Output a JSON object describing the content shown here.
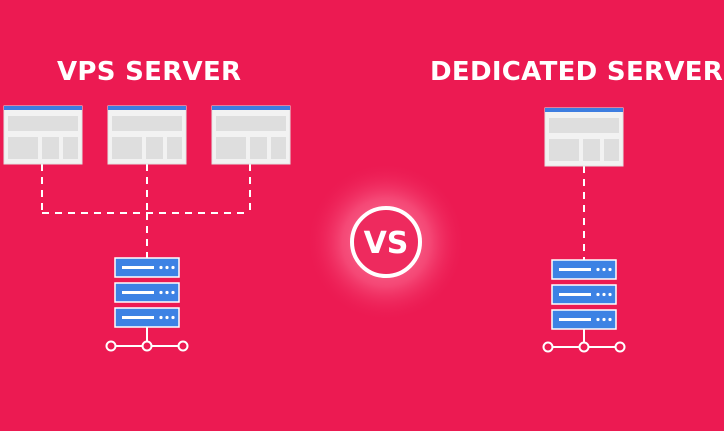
{
  "vps_section": {
    "title": "VPS SERVER"
  },
  "dedicated_section": {
    "title": "DEDICATED SERVER"
  },
  "vs_badge": {
    "label": "VS"
  },
  "colors": {
    "background": "#ec1a52",
    "window_frame": "#f2f2f2",
    "window_titlebar": "#3d7de0",
    "window_panel": "#dedede",
    "server_unit": "#3d82e4",
    "server_unit_border": "#ffffff",
    "connector": "#ffffff",
    "vs_circle": "#ee2a5e",
    "vs_glow": "#ff9db8"
  }
}
